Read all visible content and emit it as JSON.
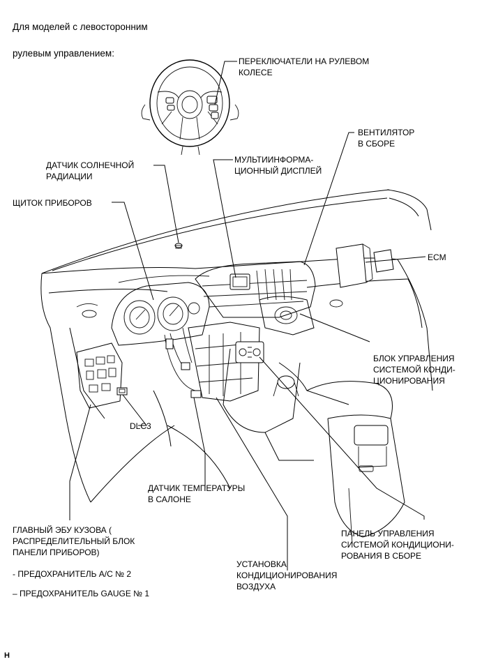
{
  "header": {
    "line1": "Для моделей с левосторонним",
    "line2": "рулевым управлением:"
  },
  "labels": {
    "steering_switches": "ПЕРЕКЛЮЧАТЕЛИ НА РУЛЕВОМ\nКОЛЕСЕ",
    "blower": "ВЕНТИЛЯТОР\nВ СБОРЕ",
    "multi_display": "МУЛЬТИИНФОРМА-\nЦИОННЫЙ ДИСПЛЕЙ",
    "solar_sensor": "ДАТЧИК СОЛНЕЧНОЙ\nРАДИАЦИИ",
    "combination_meter": "ЩИТОК ПРИБОРОВ",
    "ecm": "ECM",
    "ac_amplifier": "БЛОК УПРАВЛЕНИЯ\nСИСТЕМОЙ КОНДИ-\nЦИОНИРОВАНИЯ",
    "dlc3": "DLC3",
    "room_temp_sensor": "ДАТЧИК ТЕМПЕРАТУРЫ\nВ САЛОНЕ",
    "main_body_ecu": "ГЛАВНЫЙ ЭБУ КУЗОВА (\nРАСПРЕДЕЛИТЕЛЬНЫЙ БЛОК\nПАНЕЛИ ПРИБОРОВ)",
    "fuse_ac": "- ПРЕДОХРАНИТЕЛЬ A/C № 2",
    "fuse_gauge": "– ПРЕДОХРАНИТЕЛЬ GAUGE № 1",
    "ac_control_panel": "ПАНЕЛЬ УПРАВЛЕНИЯ\nСИСТЕМОЙ КОНДИЦИОНИ-\nРОВАНИЯ В СБОРЕ",
    "ac_unit": "УСТАНОВКА\nКОНДИЦИОНИРОВАНИЯ\nВОЗДУХА"
  },
  "footer_code": "H"
}
